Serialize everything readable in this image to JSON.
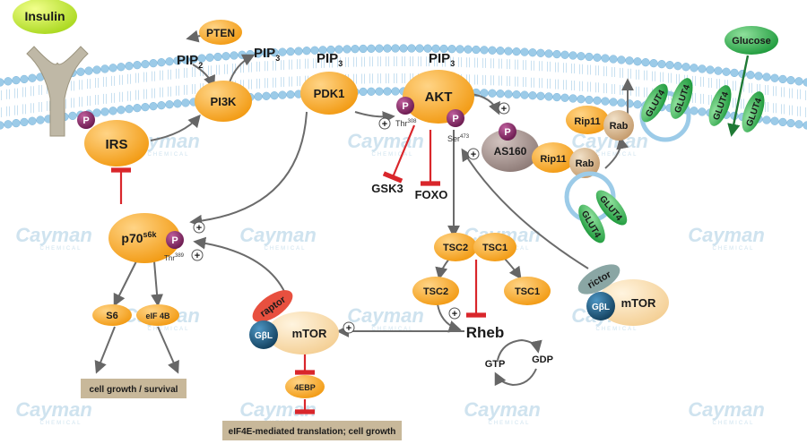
{
  "nodes": {
    "insulin": "Insulin",
    "pten": "PTEN",
    "pi3k": "PI3K",
    "irs": "IRS",
    "pdk1": "PDK1",
    "akt": "AKT",
    "as160": "AS160",
    "rip11_a": "Rip11",
    "rab_a": "Rab",
    "rip11_b": "Rip11",
    "rab_b": "Rab",
    "glut4_1": "GLUT4",
    "glut4_2": "GLUT4",
    "glut4_3": "GLUT4",
    "glut4_4": "GLUT4",
    "glut4_5": "GLUT4",
    "glut4_6": "GLUT4",
    "glucose": "Glucose",
    "gsk3": "GSK3",
    "foxo": "FOXO",
    "p70": "p70",
    "p70_sup": "s6k",
    "s6": "S6",
    "eif4b": "eIF 4B",
    "tsc2": "TSC2",
    "tsc1": "TSC1",
    "tsc2_b": "TSC2",
    "tsc1_b": "TSC1",
    "rheb": "Rheb",
    "gtp": "GTP",
    "gdp": "GDP",
    "raptor": "raptor",
    "gbl1": "GβL",
    "mtor1": "mTOR",
    "fourebp": "4EBP",
    "rictor": "rictor",
    "gbl2": "GβL",
    "mtor2": "mTOR",
    "p": "P"
  },
  "lipids": {
    "pip2_base": "PIP",
    "pip2_sub": "2",
    "pip3_base": "PIP",
    "pip3_sub": "3"
  },
  "sites": {
    "thr_base": "Thr",
    "thr308_sup": "308",
    "ser_base": "Ser",
    "ser473_sup": "473",
    "thr389_sup": "389"
  },
  "outcomes": {
    "growth": "cell growth / survival",
    "translation": "eIF4E-mediated translation; cell growth"
  },
  "symbols": {
    "plus": "+"
  },
  "watermark": {
    "brand": "Cayman",
    "sub": "CHEMICAL"
  },
  "colors": {
    "orange": "#f5a623",
    "membrane": "#9ccbe8",
    "phospho": "#8a2b6a",
    "inhibit": "#d9262b",
    "green": "#2aa84a",
    "arrow": "#6b6b6b",
    "box": "#c8b89a",
    "gbl": "#1f5f86",
    "raptor": "#e8503f",
    "rictor": "#8aa6a4",
    "insulin": "#c6e83a"
  }
}
